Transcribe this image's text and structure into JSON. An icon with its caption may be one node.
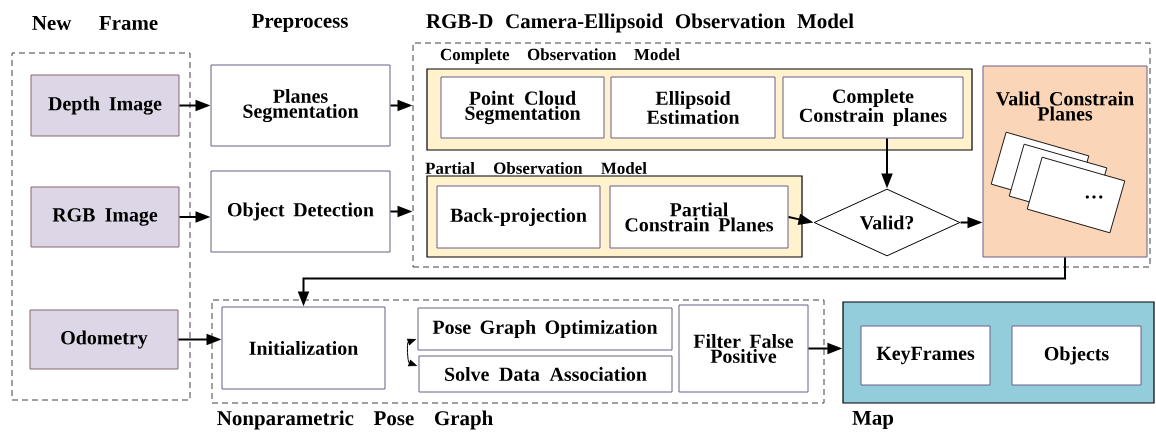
{
  "diagram": {
    "nodes": [
      {
        "text": [
          "New Frame"
        ]
      },
      {
        "text": [
          "Depth Image"
        ],
        "in": 0
      },
      {
        "text": [
          "RGB Image"
        ],
        "in": 0
      },
      {
        "text": [
          "Odometry"
        ],
        "in": 0
      },
      {
        "text": [
          "Planes Segmentation"
        ]
      },
      {
        "text": [
          "Object Detection"
        ]
      },
      {
        "text": [
          "RGB-D Camera-Ellipsoid Observation Model"
        ]
      },
      {
        "text": [
          "Complete Observation Model"
        ],
        "in": 6
      },
      {
        "text": [
          "Point Cloud Segmentation"
        ],
        "in": 7
      },
      {
        "text": [
          "Ellipsoid Estimation"
        ],
        "in": 7
      },
      {
        "text": [
          "Complete Constrain planes"
        ],
        "in": 7
      },
      {
        "text": [
          "Partial Observation Model"
        ],
        "in": 6
      },
      {
        "text": [
          "Back-projection"
        ],
        "in": 11
      },
      {
        "text": [
          "Partial Constrain Planes"
        ],
        "in": 11
      },
      {
        "text": [
          "Valid?"
        ],
        "in": 6
      },
      {
        "text": [
          "Valid Constrain Planes"
        ],
        "in": 6
      },
      {
        "text": [
          "Nonparametric Pose Graph"
        ]
      },
      {
        "text": [
          "Initialization"
        ],
        "in": 16
      },
      {
        "text": [
          "Pose Graph Optimization"
        ],
        "in": 16
      },
      {
        "text": [
          "Solve Data Association"
        ],
        "in": 16
      },
      {
        "text": [
          "Filter False Positive"
        ],
        "in": 16
      },
      {
        "text": [
          "Map"
        ]
      },
      {
        "text": [
          "KeyFrames"
        ],
        "in": 21
      },
      {
        "text": [
          "Objects"
        ],
        "in": 21
      }
    ],
    "edges": [
      {
        "from": 1,
        "to": 4,
        "arrow": "to"
      },
      {
        "from": 2,
        "to": 5,
        "arrow": "to"
      },
      {
        "from": 4,
        "to": 6,
        "arrow": "to"
      },
      {
        "from": 5,
        "to": 6,
        "arrow": "to"
      },
      {
        "from": 10,
        "to": 14,
        "arrow": "to"
      },
      {
        "from": 13,
        "to": 14,
        "arrow": "to"
      },
      {
        "from": 14,
        "to": 15,
        "arrow": "to"
      },
      {
        "from": 15,
        "to": 17,
        "arrow": "to"
      },
      {
        "from": 3,
        "to": 17,
        "arrow": "to"
      },
      {
        "from": 18,
        "to": 19,
        "arrow": "both"
      },
      {
        "from": 20,
        "to": 21,
        "arrow": "to"
      }
    ],
    "labels": [
      "Preprocess",
      "…"
    ]
  }
}
